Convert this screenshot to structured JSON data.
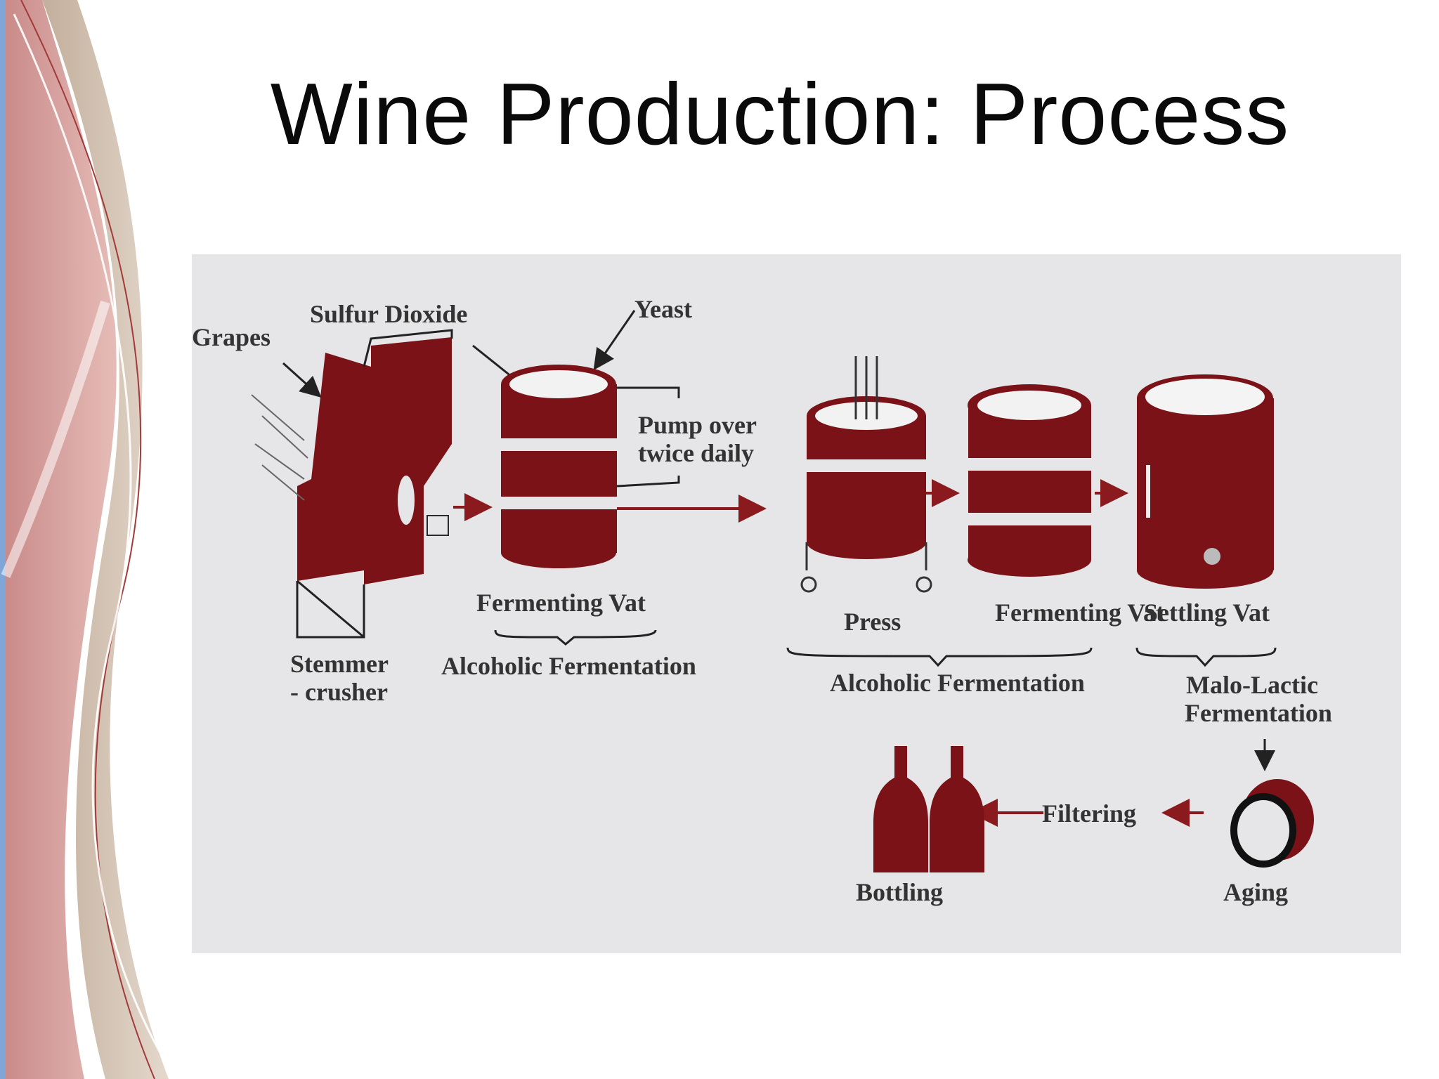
{
  "slide": {
    "title": "Wine Production: Process"
  },
  "colors": {
    "wine_red": "#7a1218",
    "panel_gray": "#e6e6e8",
    "arrow_red": "#8a1a1e",
    "deco_pink": "#d9a3a1",
    "deco_tan": "#c9b6a3"
  },
  "diagram": {
    "inputs": {
      "grapes": "Grapes",
      "sulfur_dioxide": "Sulfur Dioxide",
      "yeast": "Yeast"
    },
    "pump_over": {
      "line1": "Pump over",
      "line2": "twice daily"
    },
    "stages": {
      "stemmer_line1": "Stemmer",
      "stemmer_line2": "- crusher",
      "fermenting_vat_1": "Fermenting Vat",
      "alcoholic_fermentation_1": "Alcoholic Fermentation",
      "press": "Press",
      "fermenting_vat_2": "Fermenting Vat",
      "settling_vat": "Settling Vat",
      "alcoholic_fermentation_2": "Alcoholic Fermentation",
      "malo_lactic_line1": "Malo-Lactic",
      "malo_lactic_line2": "Fermentation",
      "filtering": "Filtering",
      "bottling": "Bottling",
      "aging": "Aging"
    }
  }
}
